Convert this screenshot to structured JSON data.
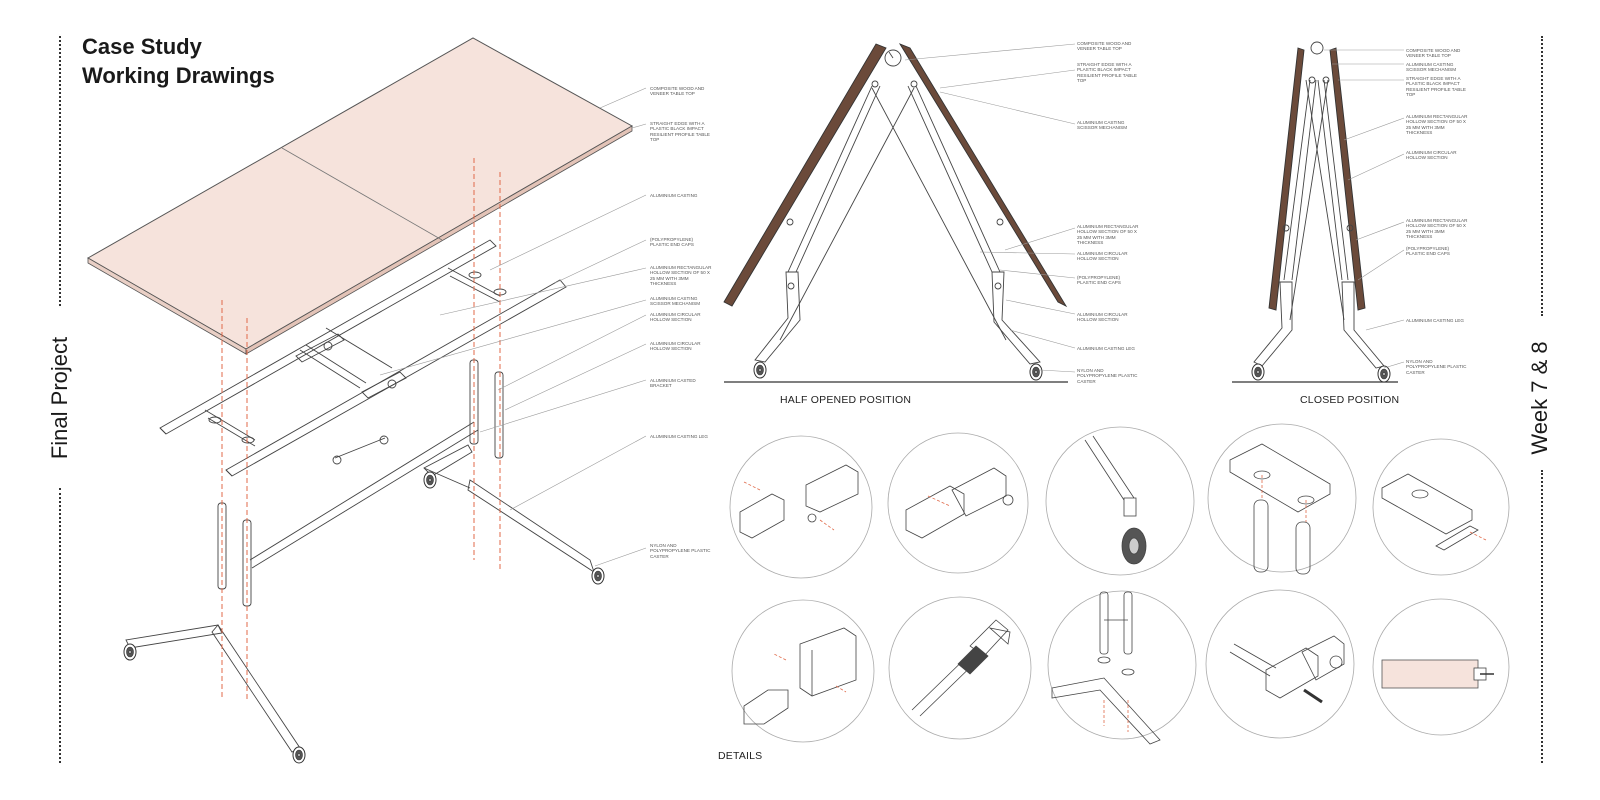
{
  "title": {
    "line1": "Case Study",
    "line2": "Working Drawings"
  },
  "side_left": "Final Project",
  "side_right": "Week 7 & 8",
  "captions": {
    "half_opened": "HALF OPENED POSITION",
    "closed": "CLOSED POSITION",
    "details": "DETAILS"
  },
  "colors": {
    "tabletop": "#f6e3dc",
    "guide": "#e06a4a",
    "line": "#444444"
  },
  "callouts_iso": [
    "COMPOSITE WOOD AND VENEER TABLE TOP",
    "STRAIGHT EDGE WITH A PLASTIC BLACK IMPACT RESILIENT PROFILE TABLE TOP",
    "ALUMINIUM CASTING",
    "(POLYPROPYLENE) PLASTIC END CAPS",
    "ALUMINIUM RECTANGULAR HOLLOW SECTION OF 50 X 25 MM WITH 3MM THICKNESS",
    "ALUMINIUM CASTING SCISSOR MECHANISM",
    "ALUMINIUM CIRCULAR HOLLOW SECTION",
    "ALUMINIUM CIRCULAR HOLLOW SECTION",
    "ALUMINIUM CASTED BRACKET",
    "ALUMINIUM CASTING LEG",
    "NYLON AND POLYPROPYLENE PLASTIC CASTER"
  ],
  "callouts_half": [
    "COMPOSITE WOOD AND VENEER TABLE TOP",
    "STRAIGHT EDGE WITH A PLASTIC BLACK IMPACT RESILIENT PROFILE TABLE TOP",
    "ALUMINIUM CASTING SCISSOR MECHANISM",
    "ALUMINIUM RECTANGULAR HOLLOW SECTION OF 50 X 25 MM WITH 3MM THICKNESS",
    "ALUMINIUM CIRCULAR HOLLOW SECTION",
    "(POLYPROPYLENE) PLASTIC END CAPS",
    "ALUMINIUM CIRCULAR HOLLOW SECTION",
    "ALUMINIUM CASTING LEG",
    "NYLON AND POLYPROPYLENE PLASTIC CASTER"
  ],
  "callouts_closed": [
    "COMPOSITE WOOD AND VENEER TABLE TOP",
    "ALUMINIUM CASTING SCISSOR MECHANISM",
    "STRAIGHT EDGE WITH A PLASTIC BLACK IMPACT RESILIENT PROFILE TABLE TOP",
    "ALUMINIUM RECTANGULAR HOLLOW SECTION OF 50 X 25 MM WITH 3MM THICKNESS",
    "ALUMINIUM CIRCULAR HOLLOW SECTION",
    "ALUMINIUM RECTANGULAR HOLLOW SECTION OF 50 X 25 MM WITH 3MM THICKNESS",
    "(POLYPROPYLENE) PLASTIC END CAPS",
    "ALUMINIUM CASTING LEG",
    "NYLON AND POLYPROPYLENE PLASTIC CASTER"
  ]
}
